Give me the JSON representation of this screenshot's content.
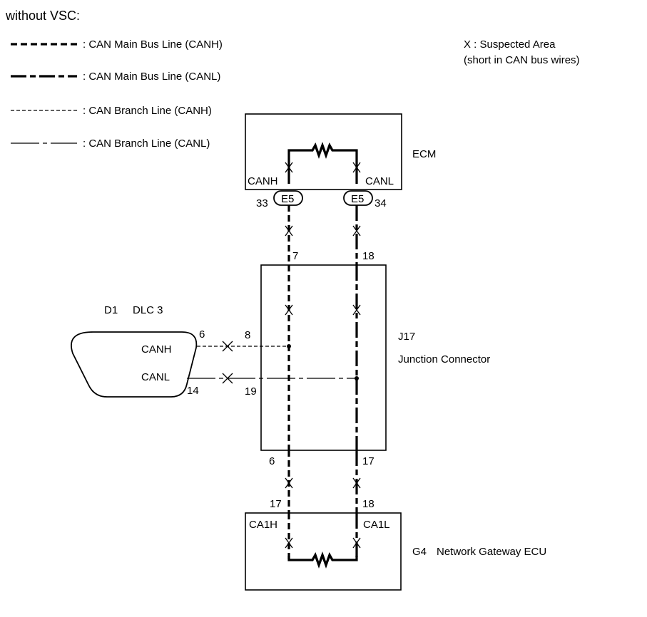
{
  "header": {
    "title": "without VSC:"
  },
  "legend": {
    "items": [
      {
        "style": "main-h",
        "label": ": CAN Main Bus Line (CANH)"
      },
      {
        "style": "main-l",
        "label": ": CAN Main Bus Line (CANL)"
      },
      {
        "style": "branch-h",
        "label": ": CAN Branch Line (CANH)"
      },
      {
        "style": "branch-l",
        "label": ": CAN Branch Line (CANL)"
      }
    ],
    "suspected": {
      "line1": "X : Suspected Area",
      "line2": "(short in CAN bus wires)"
    }
  },
  "ecm": {
    "name": "ECM",
    "canh_label": "CANH",
    "canl_label": "CANL",
    "connector": "E5",
    "pin_h": "33",
    "pin_l": "34"
  },
  "junction": {
    "code": "J17",
    "name": "Junction Connector",
    "pin_top_h": "7",
    "pin_top_l": "18",
    "pin_left_h": "8",
    "pin_left_l": "19",
    "pin_bottom_h": "6",
    "pin_bottom_l": "17"
  },
  "dlc": {
    "code": "D1",
    "name": "DLC 3",
    "canh_label": "CANH",
    "canl_label": "CANL",
    "pin_h": "6",
    "pin_l": "14"
  },
  "gateway": {
    "code": "G4",
    "name": "Network Gateway ECU",
    "canh_label": "CA1H",
    "canl_label": "CA1L",
    "pin_h": "17",
    "pin_l": "18"
  }
}
